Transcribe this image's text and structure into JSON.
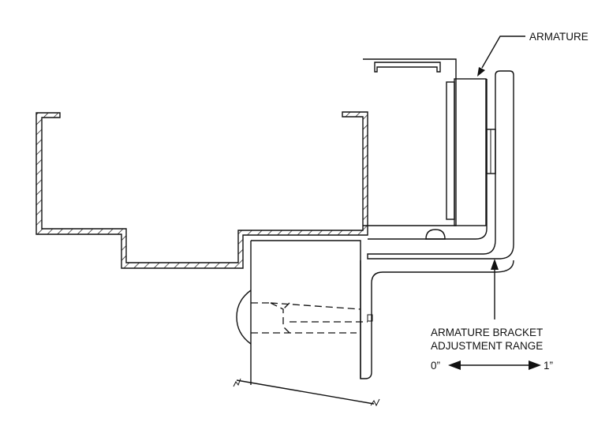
{
  "labels": {
    "armature": "ARMATURE",
    "bracket_line1": "ARMATURE BRACKET",
    "bracket_line2": "ADJUSTMENT RANGE",
    "range_min": "0”",
    "range_max": "1”"
  }
}
